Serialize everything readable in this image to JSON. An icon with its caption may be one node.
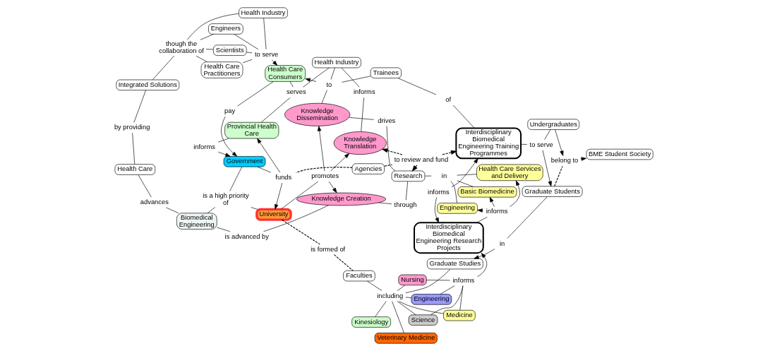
{
  "diagram": {
    "nodes": [
      {
        "text": [
          "Biomedical Engineering"
        ]
      },
      {
        "text": [
          "is advanced by"
        ]
      },
      {
        "text": [
          "is formed of"
        ]
      },
      {
        "text": [
          "Faculties"
        ]
      },
      {
        "text": [
          "Knowledge Creation"
        ]
      },
      {
        "text": [
          "advances"
        ]
      },
      {
        "text": [
          "is a high priority of"
        ]
      },
      {
        "text": [
          "University"
        ]
      },
      {
        "text": [
          "including"
        ]
      },
      {
        "text": [
          "Veterinary Medicine"
        ]
      },
      {
        "text": [
          "Science"
        ]
      },
      {
        "text": [
          "Kinesiology"
        ]
      },
      {
        "text": [
          "through"
        ]
      },
      {
        "text": [
          "Research"
        ]
      },
      {
        "text": [
          "Health Care"
        ]
      },
      {
        "text": [
          "Engineering"
        ]
      },
      {
        "text": [
          "Medicine"
        ]
      },
      {
        "text": [
          "Nursing"
        ]
      },
      {
        "text": [
          "promotes"
        ]
      },
      {
        "text": [
          "drives"
        ]
      },
      {
        "text": [
          "by providing"
        ]
      },
      {
        "text": [
          "Knowledge Dissemination"
        ]
      },
      {
        "text": [
          "informs"
        ]
      },
      {
        "text": [
          "Graduate Studies"
        ]
      },
      {
        "text": [
          "in"
        ]
      },
      {
        "text": [
          "Engineering"
        ]
      },
      {
        "text": [
          "Integrated Solutions"
        ]
      },
      {
        "text": [
          "Government"
        ]
      },
      {
        "text": [
          "Knowledge Translation"
        ]
      },
      {
        "text": [
          "Basic Biomedicine"
        ]
      },
      {
        "text": [
          "Interdisciplinary Biomedical Engineering Research Projects"
        ]
      },
      {
        "text": [
          "though the collaboration of"
        ]
      },
      {
        "text": [
          "funds"
        ]
      },
      {
        "text": [
          "informs"
        ]
      },
      {
        "text": [
          "Health Care Services and Delivery"
        ]
      },
      {
        "text": [
          "to"
        ]
      },
      {
        "text": [
          "Agencies"
        ]
      },
      {
        "text": [
          "to review and fund"
        ]
      },
      {
        "text": [
          "informs"
        ]
      },
      {
        "text": [
          "Health Care Practitioners"
        ]
      },
      {
        "text": [
          "pay"
        ]
      },
      {
        "text": [
          "Scientists"
        ]
      },
      {
        "text": [
          "Trainees"
        ]
      },
      {
        "text": [
          "in"
        ]
      },
      {
        "text": [
          "informs"
        ]
      },
      {
        "text": [
          "Graduate Students"
        ]
      },
      {
        "text": [
          "of"
        ]
      },
      {
        "text": [
          "Provincial Health Care"
        ]
      },
      {
        "text": [
          "Health Industry"
        ]
      },
      {
        "text": [
          "Engineers"
        ]
      },
      {
        "text": [
          "informs"
        ]
      },
      {
        "text": [
          "to serve"
        ]
      },
      {
        "text": [
          "to serve"
        ]
      },
      {
        "text": [
          "Interdisciplinary Biomedical Engineering Training Programmes"
        ]
      },
      {
        "text": [
          "Undergraduates"
        ]
      },
      {
        "text": [
          "belong to"
        ]
      },
      {
        "text": [
          "serves"
        ]
      },
      {
        "text": [
          "Health Industry"
        ]
      },
      {
        "text": [
          "Health Care Consumers"
        ]
      },
      {
        "text": [
          "BME Student Society"
        ]
      }
    ],
    "edges": [
      {
        "from": 0,
        "to": 1,
        "arrow": "none"
      },
      {
        "from": 1,
        "to": 4,
        "arrow": "none"
      },
      {
        "from": 0,
        "to": 5,
        "arrow": "none"
      },
      {
        "from": 5,
        "to": 14,
        "arrow": "none"
      },
      {
        "from": 0,
        "to": 6,
        "arrow": "none"
      },
      {
        "from": 6,
        "to": 7,
        "arrow": "none"
      },
      {
        "from": 6,
        "to": 27,
        "arrow": "none"
      },
      {
        "from": 14,
        "to": 20,
        "arrow": "none"
      },
      {
        "from": 20,
        "to": 26,
        "arrow": "none"
      },
      {
        "from": 26,
        "to": 31,
        "arrow": "none"
      },
      {
        "from": 31,
        "to": 39,
        "arrow": "none"
      },
      {
        "from": 31,
        "to": 48,
        "arrow": "none"
      },
      {
        "from": 31,
        "to": 41,
        "arrow": "none"
      },
      {
        "from": 31,
        "to": 49,
        "arrow": "none"
      },
      {
        "from": 39,
        "to": 51,
        "arrow": "none"
      },
      {
        "from": 48,
        "to": 51,
        "arrow": "none"
      },
      {
        "from": 41,
        "to": 51,
        "arrow": "none"
      },
      {
        "from": 49,
        "to": 51,
        "arrow": "none"
      },
      {
        "from": 51,
        "to": 58,
        "arrow": "to"
      },
      {
        "from": 58,
        "to": 40,
        "arrow": "none"
      },
      {
        "from": 40,
        "to": 27,
        "arrow": "to"
      },
      {
        "from": 47,
        "to": 38,
        "arrow": "none"
      },
      {
        "from": 38,
        "to": 27,
        "arrow": "to"
      },
      {
        "from": 27,
        "to": 32,
        "arrow": "none"
      },
      {
        "from": 36,
        "to": 32,
        "arrow": "none",
        "style": "dashed"
      },
      {
        "from": 32,
        "to": 47,
        "arrow": "to"
      },
      {
        "from": 32,
        "to": 7,
        "arrow": "to"
      },
      {
        "from": 47,
        "to": 56,
        "arrow": "none"
      },
      {
        "from": 57,
        "to": 56,
        "arrow": "none"
      },
      {
        "from": 56,
        "to": 58,
        "arrow": "none"
      },
      {
        "from": 7,
        "to": 18,
        "arrow": "none"
      },
      {
        "from": 18,
        "to": 4,
        "arrow": "to"
      },
      {
        "from": 18,
        "to": 28,
        "arrow": "to"
      },
      {
        "from": 18,
        "to": 21,
        "arrow": "to"
      },
      {
        "from": 4,
        "to": 12,
        "arrow": "none"
      },
      {
        "from": 12,
        "to": 13,
        "arrow": "none"
      },
      {
        "from": 21,
        "to": 19,
        "arrow": "none"
      },
      {
        "from": 19,
        "to": 13,
        "arrow": "none"
      },
      {
        "from": 7,
        "to": 2,
        "arrow": "none",
        "style": "dashed"
      },
      {
        "from": 2,
        "to": 3,
        "arrow": "none",
        "style": "dashed"
      },
      {
        "from": 21,
        "to": 35,
        "arrow": "none"
      },
      {
        "from": 35,
        "to": 58,
        "arrow": "to"
      },
      {
        "from": 35,
        "to": 42,
        "arrow": "none"
      },
      {
        "from": 35,
        "to": 57,
        "arrow": "none"
      },
      {
        "from": 28,
        "to": 50,
        "arrow": "none"
      },
      {
        "from": 50,
        "to": 57,
        "arrow": "none"
      },
      {
        "from": 36,
        "to": 37,
        "arrow": "none",
        "style": "dashed"
      },
      {
        "from": 37,
        "to": 13,
        "arrow": "to",
        "style": "dashed"
      },
      {
        "from": 37,
        "to": 28,
        "arrow": "to",
        "style": "dashed"
      },
      {
        "from": 37,
        "to": 53,
        "arrow": "to",
        "style": "dashed"
      },
      {
        "from": 42,
        "to": 46,
        "arrow": "none"
      },
      {
        "from": 46,
        "to": 53,
        "arrow": "none"
      },
      {
        "from": 13,
        "to": 24,
        "arrow": "none"
      },
      {
        "from": 24,
        "to": 25,
        "arrow": "none"
      },
      {
        "from": 24,
        "to": 29,
        "arrow": "none"
      },
      {
        "from": 24,
        "to": 34,
        "arrow": "none"
      },
      {
        "from": 30,
        "to": 33,
        "arrow": "none"
      },
      {
        "from": 33,
        "to": 25,
        "arrow": "to"
      },
      {
        "from": 33,
        "to": 29,
        "arrow": "to"
      },
      {
        "from": 33,
        "to": 34,
        "arrow": "to"
      },
      {
        "from": 44,
        "to": 30,
        "arrow": "to"
      },
      {
        "from": 44,
        "to": 53,
        "arrow": "to"
      },
      {
        "from": 3,
        "to": 8,
        "arrow": "none"
      },
      {
        "from": 8,
        "to": 9,
        "arrow": "none"
      },
      {
        "from": 8,
        "to": 15,
        "arrow": "none"
      },
      {
        "from": 8,
        "to": 10,
        "arrow": "none"
      },
      {
        "from": 8,
        "to": 16,
        "arrow": "none"
      },
      {
        "from": 8,
        "to": 11,
        "arrow": "none"
      },
      {
        "from": 8,
        "to": 17,
        "arrow": "none"
      },
      {
        "from": 8,
        "to": 23,
        "arrow": "none"
      },
      {
        "from": 15,
        "to": 22,
        "arrow": "none"
      },
      {
        "from": 10,
        "to": 22,
        "arrow": "none"
      },
      {
        "from": 16,
        "to": 22,
        "arrow": "none"
      },
      {
        "from": 17,
        "to": 22,
        "arrow": "none"
      },
      {
        "from": 22,
        "to": 30,
        "arrow": "to"
      },
      {
        "from": 45,
        "to": 43,
        "arrow": "none"
      },
      {
        "from": 43,
        "to": 23,
        "arrow": "to"
      },
      {
        "from": 53,
        "to": 52,
        "arrow": "none"
      },
      {
        "from": 52,
        "to": 45,
        "arrow": "to"
      },
      {
        "from": 54,
        "to": 52,
        "arrow": "none"
      },
      {
        "from": 45,
        "to": 55,
        "arrow": "none",
        "style": "dashed"
      },
      {
        "from": 54,
        "to": 55,
        "arrow": "to"
      },
      {
        "from": 55,
        "to": 59,
        "arrow": "to"
      }
    ]
  }
}
